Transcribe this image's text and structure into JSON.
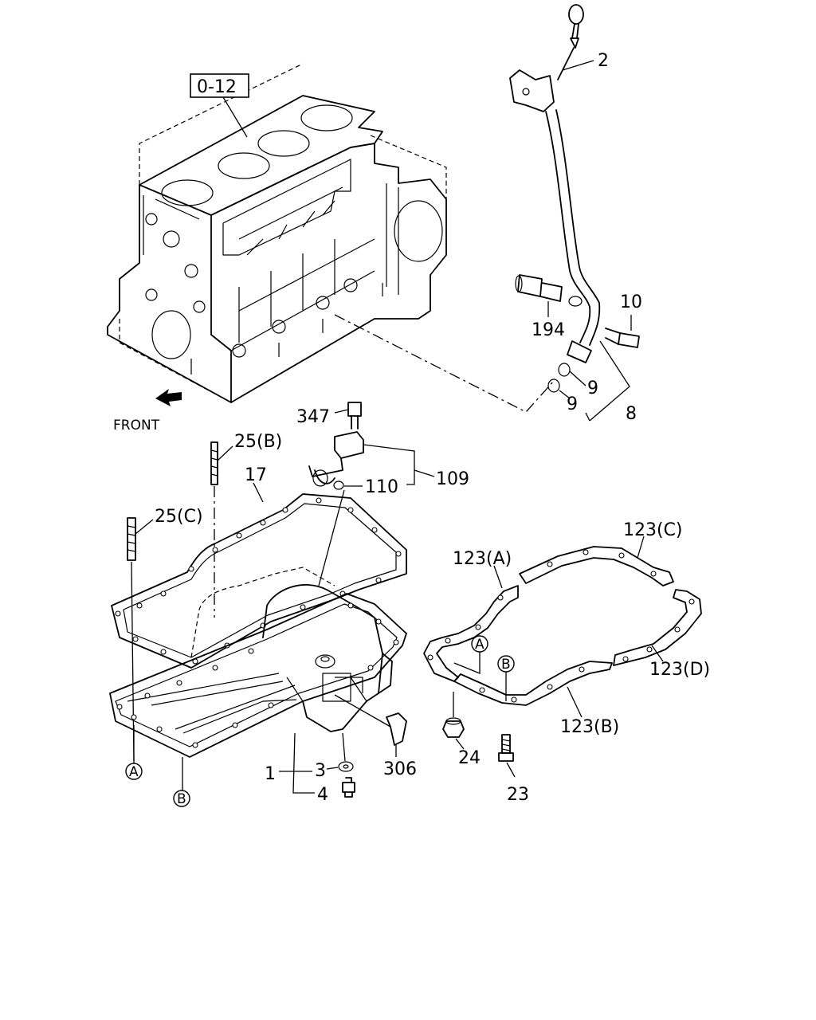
{
  "labels": {
    "ref_box": "0-12",
    "front": "FRONT",
    "p2": "2",
    "p10": "10",
    "p194": "194",
    "p9a": "9",
    "p9b": "9",
    "p8": "8",
    "p347": "347",
    "p109": "109",
    "p110": "110",
    "p25b": "25(B)",
    "p17": "17",
    "p25c": "25(C)",
    "p123a": "123(A)",
    "p123c": "123(C)",
    "p123d": "123(D)",
    "p123b": "123(B)",
    "p24": "24",
    "p23": "23",
    "p306": "306",
    "p1": "1",
    "p3": "3",
    "p4": "4",
    "circ_a1": "A",
    "circ_b1": "B",
    "circ_a2": "A",
    "circ_b2": "B"
  }
}
